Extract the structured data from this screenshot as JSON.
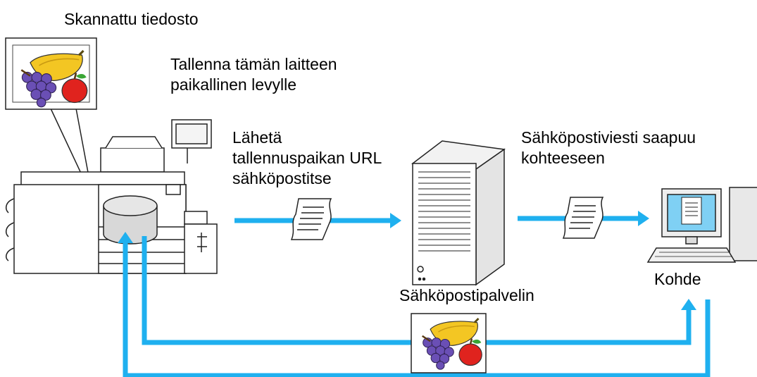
{
  "labels": {
    "scanned_file": "Skannattu tiedosto",
    "save_to_disk": "Tallenna tämän laitteen\npaikallinen levylle",
    "send_url": "Lähetä\ntallennuspaikan URL\nsähköpostitse",
    "email_arrives": "Sähköpostiviesti saapuu\nkohteeseen",
    "email_server": "Sähköpostipalvelin",
    "destination": "Kohde"
  },
  "colors": {
    "arrow": "#1fb0ef",
    "line": "#222222",
    "device_fill": "#ffffff",
    "disk_fill": "#d8d8d8"
  },
  "icons": [
    "image-thumbnail-icon",
    "multifunction-printer-icon",
    "storage-disk-icon",
    "document-icon",
    "email-server-icon",
    "computer-icon"
  ]
}
